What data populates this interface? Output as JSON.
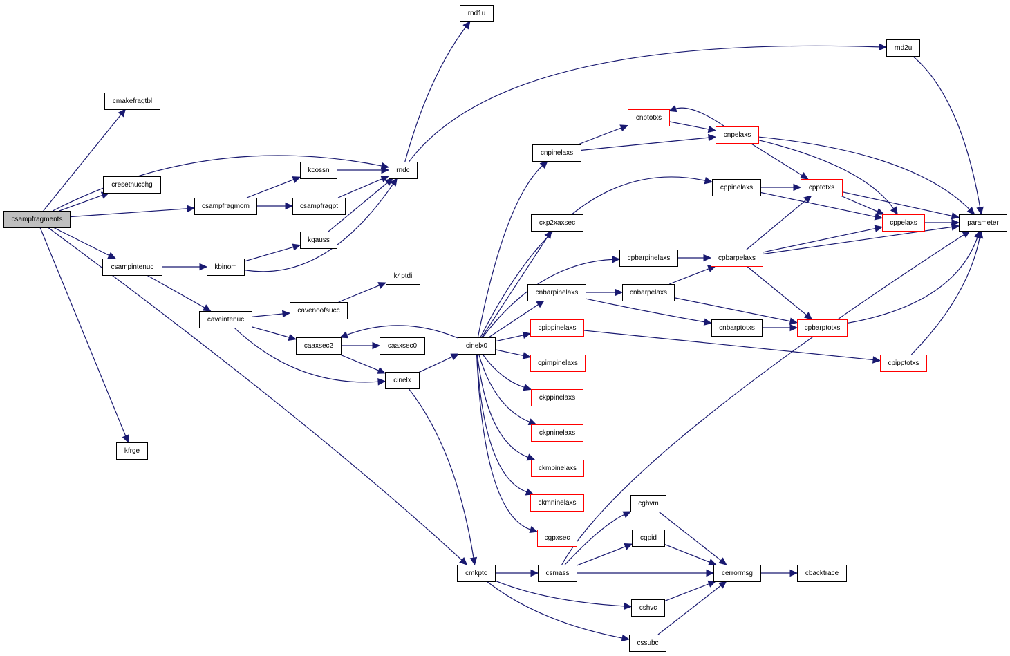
{
  "graph": {
    "nodes": [
      {
        "id": "csampfragments",
        "label": "csampfragments",
        "style": "root"
      },
      {
        "id": "cmakefragtbl",
        "label": "cmakefragtbl"
      },
      {
        "id": "cresetnucchg",
        "label": "cresetnucchg"
      },
      {
        "id": "csampfragmom",
        "label": "csampfragmom"
      },
      {
        "id": "csampintenuc",
        "label": "csampintenuc"
      },
      {
        "id": "kfrge",
        "label": "kfrge"
      },
      {
        "id": "rndc",
        "label": "rndc"
      },
      {
        "id": "cmkptc",
        "label": "cmkptc"
      },
      {
        "id": "kcossn",
        "label": "kcossn"
      },
      {
        "id": "csampfragpt",
        "label": "csampfragpt"
      },
      {
        "id": "kgauss",
        "label": "kgauss"
      },
      {
        "id": "kbinom",
        "label": "kbinom"
      },
      {
        "id": "caveintenuc",
        "label": "caveintenuc"
      },
      {
        "id": "cavenoofsucc",
        "label": "cavenoofsucc"
      },
      {
        "id": "k4ptdi",
        "label": "k4ptdi"
      },
      {
        "id": "caaxsec2",
        "label": "caaxsec2"
      },
      {
        "id": "caaxsec0",
        "label": "caaxsec0"
      },
      {
        "id": "cinelx",
        "label": "cinelx"
      },
      {
        "id": "cinelx0",
        "label": "cinelx0"
      },
      {
        "id": "rnd1u",
        "label": "rnd1u"
      },
      {
        "id": "rnd2u",
        "label": "rnd2u"
      },
      {
        "id": "parameter",
        "label": "parameter"
      },
      {
        "id": "cnpinelaxs",
        "label": "cnpinelaxs"
      },
      {
        "id": "cnptotxs",
        "label": "cnptotxs",
        "style": "red"
      },
      {
        "id": "cnpelaxs",
        "label": "cnpelaxs",
        "style": "red"
      },
      {
        "id": "cppinelaxs",
        "label": "cppinelaxs"
      },
      {
        "id": "cpptotxs",
        "label": "cpptotxs",
        "style": "red"
      },
      {
        "id": "cppelaxs",
        "label": "cppelaxs",
        "style": "red"
      },
      {
        "id": "cxp2xaxsec",
        "label": "cxp2xaxsec"
      },
      {
        "id": "cpbarpinelaxs",
        "label": "cpbarpinelaxs"
      },
      {
        "id": "cpbarpelaxs",
        "label": "cpbarpelaxs",
        "style": "red"
      },
      {
        "id": "cnbarpinelaxs",
        "label": "cnbarpinelaxs"
      },
      {
        "id": "cnbarpelaxs",
        "label": "cnbarpelaxs"
      },
      {
        "id": "cnbarptotxs",
        "label": "cnbarptotxs"
      },
      {
        "id": "cpbarptotxs",
        "label": "cpbarptotxs",
        "style": "red"
      },
      {
        "id": "cpippinelaxs",
        "label": "cpippinelaxs",
        "style": "red"
      },
      {
        "id": "cpipptotxs",
        "label": "cpipptotxs",
        "style": "red"
      },
      {
        "id": "cpimpinelaxs",
        "label": "cpimpinelaxs",
        "style": "red"
      },
      {
        "id": "ckppinelaxs",
        "label": "ckppinelaxs",
        "style": "red"
      },
      {
        "id": "ckpninelaxs",
        "label": "ckpninelaxs",
        "style": "red"
      },
      {
        "id": "ckmpinelaxs",
        "label": "ckmpinelaxs",
        "style": "red"
      },
      {
        "id": "ckmninelaxs",
        "label": "ckmninelaxs",
        "style": "red"
      },
      {
        "id": "cgpxsec",
        "label": "cgpxsec",
        "style": "red"
      },
      {
        "id": "csmass",
        "label": "csmass"
      },
      {
        "id": "cghvm",
        "label": "cghvm"
      },
      {
        "id": "cgpid",
        "label": "cgpid"
      },
      {
        "id": "cerrormsg",
        "label": "cerrormsg"
      },
      {
        "id": "cbacktrace",
        "label": "cbacktrace"
      },
      {
        "id": "cshvc",
        "label": "cshvc"
      },
      {
        "id": "cssubc",
        "label": "cssubc"
      }
    ],
    "edges": [
      {
        "from": "csampfragments",
        "to": "cmakefragtbl"
      },
      {
        "from": "csampfragments",
        "to": "cresetnucchg"
      },
      {
        "from": "csampfragments",
        "to": "csampfragmom"
      },
      {
        "from": "csampfragments",
        "to": "csampintenuc"
      },
      {
        "from": "csampfragments",
        "to": "kfrge"
      },
      {
        "from": "csampfragments",
        "to": "rndc"
      },
      {
        "from": "csampfragments",
        "to": "cmkptc"
      },
      {
        "from": "csampfragmom",
        "to": "kcossn"
      },
      {
        "from": "csampfragmom",
        "to": "csampfragpt"
      },
      {
        "from": "kcossn",
        "to": "rndc"
      },
      {
        "from": "csampfragpt",
        "to": "rndc"
      },
      {
        "from": "kgauss",
        "to": "rndc"
      },
      {
        "from": "csampintenuc",
        "to": "kbinom"
      },
      {
        "from": "csampintenuc",
        "to": "caveintenuc"
      },
      {
        "from": "kbinom",
        "to": "kgauss"
      },
      {
        "from": "kbinom",
        "to": "rndc"
      },
      {
        "from": "caveintenuc",
        "to": "cavenoofsucc"
      },
      {
        "from": "caveintenuc",
        "to": "caaxsec2"
      },
      {
        "from": "caveintenuc",
        "to": "cinelx"
      },
      {
        "from": "cavenoofsucc",
        "to": "k4ptdi"
      },
      {
        "from": "caaxsec2",
        "to": "caaxsec0"
      },
      {
        "from": "caaxsec2",
        "to": "cinelx"
      },
      {
        "from": "cinelx",
        "to": "cinelx0"
      },
      {
        "from": "cinelx",
        "to": "cmkptc"
      },
      {
        "from": "cinelx0",
        "to": "caaxsec2"
      },
      {
        "from": "rndc",
        "to": "rnd1u"
      },
      {
        "from": "rndc",
        "to": "rnd2u"
      },
      {
        "from": "rnd2u",
        "to": "parameter"
      },
      {
        "from": "cinelx0",
        "to": "cnpinelaxs"
      },
      {
        "from": "cinelx0",
        "to": "cppinelaxs"
      },
      {
        "from": "cinelx0",
        "to": "cxp2xaxsec"
      },
      {
        "from": "cinelx0",
        "to": "cpbarpinelaxs"
      },
      {
        "from": "cinelx0",
        "to": "cnbarpinelaxs"
      },
      {
        "from": "cinelx0",
        "to": "cpippinelaxs"
      },
      {
        "from": "cinelx0",
        "to": "cpimpinelaxs"
      },
      {
        "from": "cinelx0",
        "to": "ckppinelaxs"
      },
      {
        "from": "cinelx0",
        "to": "ckpninelaxs"
      },
      {
        "from": "cinelx0",
        "to": "ckmpinelaxs"
      },
      {
        "from": "cinelx0",
        "to": "ckmninelaxs"
      },
      {
        "from": "cinelx0",
        "to": "cgpxsec"
      },
      {
        "from": "cnpinelaxs",
        "to": "cnptotxs"
      },
      {
        "from": "cnpinelaxs",
        "to": "cnpelaxs"
      },
      {
        "from": "cnptotxs",
        "to": "cnpelaxs"
      },
      {
        "from": "cnpelaxs",
        "to": "cnptotxs"
      },
      {
        "from": "cnpelaxs",
        "to": "cpptotxs"
      },
      {
        "from": "cnpelaxs",
        "to": "cppelaxs"
      },
      {
        "from": "cnpelaxs",
        "to": "parameter"
      },
      {
        "from": "cppinelaxs",
        "to": "cpptotxs"
      },
      {
        "from": "cppinelaxs",
        "to": "cppelaxs"
      },
      {
        "from": "cpptotxs",
        "to": "cppelaxs"
      },
      {
        "from": "cpptotxs",
        "to": "parameter"
      },
      {
        "from": "cppelaxs",
        "to": "parameter"
      },
      {
        "from": "cpbarpinelaxs",
        "to": "cpbarpelaxs"
      },
      {
        "from": "cpbarpelaxs",
        "to": "cpptotxs"
      },
      {
        "from": "cpbarpelaxs",
        "to": "cppelaxs"
      },
      {
        "from": "cpbarpelaxs",
        "to": "parameter"
      },
      {
        "from": "cpbarpelaxs",
        "to": "cpbarptotxs"
      },
      {
        "from": "cnbarpinelaxs",
        "to": "cnbarpelaxs"
      },
      {
        "from": "cnbarpinelaxs",
        "to": "cnbarptotxs"
      },
      {
        "from": "cnbarpelaxs",
        "to": "cpbarpelaxs"
      },
      {
        "from": "cnbarpelaxs",
        "to": "cpbarptotxs"
      },
      {
        "from": "cnbarptotxs",
        "to": "cpbarptotxs"
      },
      {
        "from": "cpbarptotxs",
        "to": "parameter"
      },
      {
        "from": "cpippinelaxs",
        "to": "cpipptotxs"
      },
      {
        "from": "cpipptotxs",
        "to": "parameter"
      },
      {
        "from": "cmkptc",
        "to": "csmass"
      },
      {
        "from": "cmkptc",
        "to": "cshvc"
      },
      {
        "from": "cmkptc",
        "to": "cssubc"
      },
      {
        "from": "csmass",
        "to": "cghvm"
      },
      {
        "from": "csmass",
        "to": "cgpid"
      },
      {
        "from": "csmass",
        "to": "cerrormsg"
      },
      {
        "from": "csmass",
        "to": "parameter"
      },
      {
        "from": "cghvm",
        "to": "cerrormsg"
      },
      {
        "from": "cgpid",
        "to": "cerrormsg"
      },
      {
        "from": "cshvc",
        "to": "cerrormsg"
      },
      {
        "from": "cssubc",
        "to": "cerrormsg"
      },
      {
        "from": "cerrormsg",
        "to": "cbacktrace"
      }
    ]
  },
  "colors": {
    "edge": "#191970",
    "node_border": "#000000",
    "node_border_highlight": "#ff0000",
    "root_fill": "#bfbfbf"
  }
}
